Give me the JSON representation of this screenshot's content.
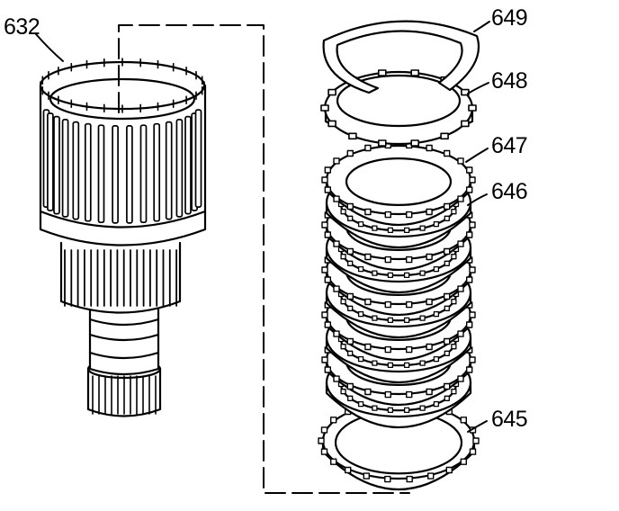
{
  "callouts": {
    "clutch_housing": "632",
    "snap_ring": "649",
    "backing_plate": "648",
    "steel_plate": "647",
    "fiber_plate": "646",
    "spring_plate": "645"
  },
  "colors": {
    "ink": "#000000",
    "paper": "#ffffff"
  },
  "counts": {
    "clutch_plate_pairs": 5
  }
}
